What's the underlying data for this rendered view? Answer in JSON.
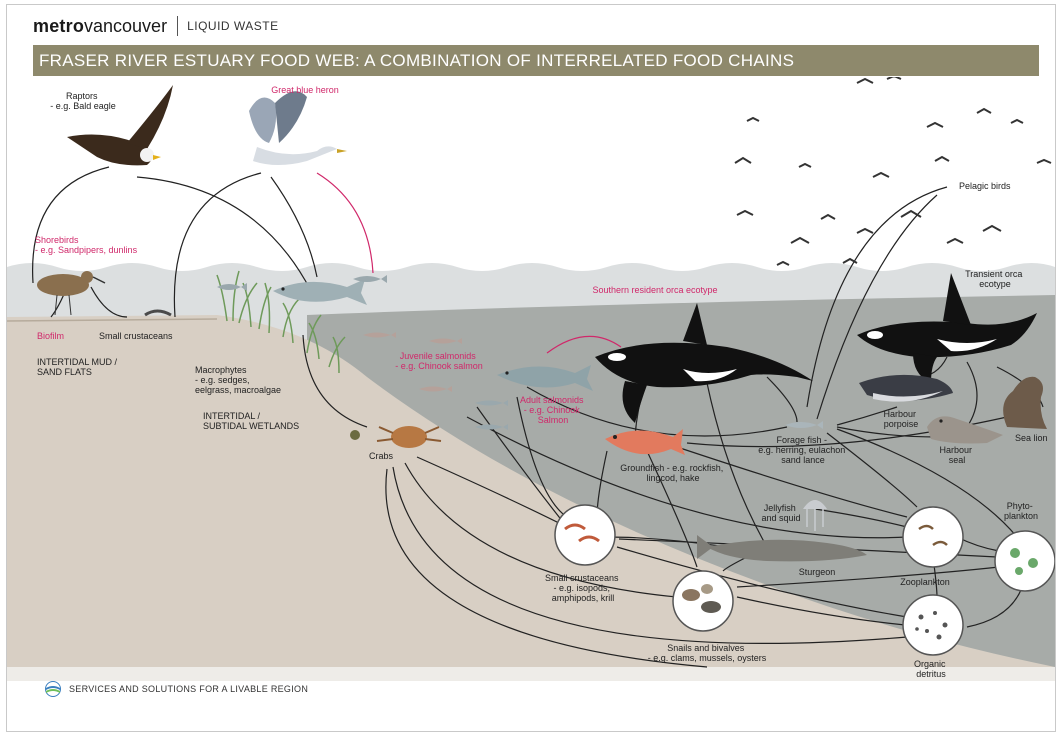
{
  "header": {
    "brand_bold": "metro",
    "brand_light": "vancouver",
    "department": "LIQUID WASTE",
    "title": "FRASER RIVER ESTUARY FOOD WEB: A COMBINATION OF INTERRELATED FOOD CHAINS"
  },
  "labels": {
    "raptors": [
      "Raptors",
      "- e.g. Bald eagle"
    ],
    "heron": [
      "Great blue heron"
    ],
    "shorebirds": [
      "Shorebirds",
      "- e.g. Sandpipers, dunlins"
    ],
    "biofilm": [
      "Biofilm"
    ],
    "small_crustaceans_mud": [
      "Small crustaceans"
    ],
    "intertidal_mud": [
      "INTERTIDAL MUD /",
      "SAND FLATS"
    ],
    "macrophytes": [
      "Macrophytes",
      "- e.g. sedges,",
      "eelgrass, macroalgae"
    ],
    "wetlands": [
      "INTERTIDAL /",
      "SUBTIDAL WETLANDS"
    ],
    "crabs": [
      "Crabs"
    ],
    "juvenile_salmonids": [
      "Juvenile salmonids",
      "- e.g. Chinook salmon"
    ],
    "adult_salmonids": [
      "Adult salmonids",
      "- e.g. Chinook",
      "Salmon"
    ],
    "southern_orca": [
      "Southern resident orca ecotype"
    ],
    "transient_orca": [
      "Transient orca",
      "ecotype"
    ],
    "pelagic_birds": [
      "Pelagic birds"
    ],
    "harbour_porpoise": [
      "Harbour",
      "porpoise"
    ],
    "harbour_seal": [
      "Harbour",
      "seal"
    ],
    "sea_lion": [
      "Sea lion"
    ],
    "forage_fish": [
      "Forage fish -",
      "e.g. herring, eulachon",
      "sand lance"
    ],
    "groundfish": [
      "Groundfish - e.g. rockfish,",
      "lingcod, hake"
    ],
    "jellyfish": [
      "Jellyfish",
      "and squid"
    ],
    "phytoplankton": [
      "Phyto-",
      "plankton"
    ],
    "zooplankton": [
      "Zooplankton"
    ],
    "sturgeon": [
      "Sturgeon"
    ],
    "small_crustaceans_sub": [
      "Small crustaceans",
      "- e.g. isopods,",
      "amphipods, krill"
    ],
    "snails_bivalves": [
      "Snails and bivalves",
      "- e.g. clams, mussels, oysters"
    ],
    "organic_detritus": [
      "Organic",
      "detritus"
    ]
  },
  "footer": {
    "text": "SERVICES AND SOLUTIONS FOR A LIVABLE REGION"
  },
  "colors": {
    "title_bar": "#8e896c",
    "label_pink": "#d0286a",
    "water_light": "#dcdfe0",
    "water_deep": "#a7aba8",
    "sediment": "#d8cfc4"
  }
}
